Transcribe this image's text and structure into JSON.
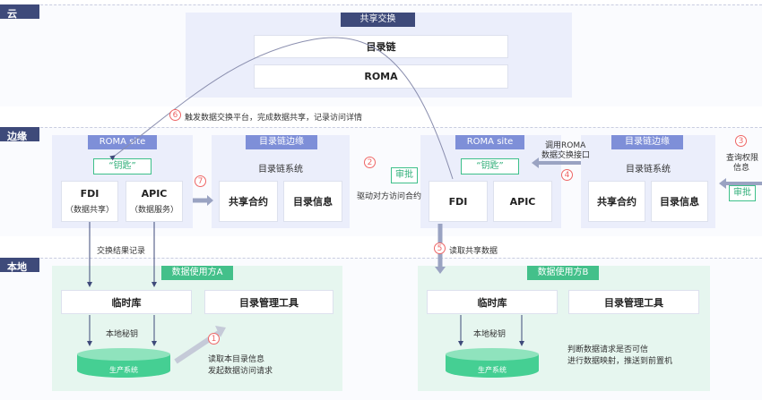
{
  "layers": {
    "cloud": "云",
    "edge": "边缘",
    "local": "本地"
  },
  "cloud": {
    "header": "共享交换",
    "catalog_chain": "目录链",
    "roma": "ROMA"
  },
  "edge_left": {
    "roma_site": "ROMA site",
    "key": "“钥匙”",
    "fdi": "FDI",
    "fdi_sub": "（数据共享）",
    "apic": "APIC",
    "apic_sub": "（数据服务）"
  },
  "edge_catalog_left": {
    "header": "目录链边缘",
    "title": "目录链系统",
    "contract": "共享合约",
    "catalog_info": "目录信息"
  },
  "edge_right": {
    "roma_site": "ROMA site",
    "key": "“钥匙”",
    "fdi": "FDI",
    "apic": "APIC"
  },
  "edge_catalog_right": {
    "header": "目录链边缘",
    "title": "目录链系统",
    "contract": "共享合约",
    "catalog_info": "目录信息"
  },
  "approve": {
    "left": "审批",
    "right": "审批"
  },
  "local_a": {
    "header": "数据使用方A",
    "temp_db": "临时库",
    "tool": "目录管理工具",
    "local_key": "本地秘钥",
    "prod_system": "生产系统"
  },
  "local_b": {
    "header": "数据使用方B",
    "temp_db": "临时库",
    "tool": "目录管理工具",
    "local_key": "本地秘钥",
    "prod_system": "生产系统"
  },
  "steps": {
    "s1": {
      "num": "1",
      "line1": "读取本目录信息",
      "line2": "发起数据访问请求"
    },
    "s2": {
      "num": "2",
      "text": "驱动对方访问合约"
    },
    "s3": {
      "num": "3",
      "line1": "查询权限",
      "line2": "信息"
    },
    "s4": {
      "num": "4",
      "line1": "调用ROMA",
      "line2": "数据交换接口"
    },
    "s5": {
      "num": "5",
      "text": "读取共享数据"
    },
    "s6": {
      "num": "6",
      "text": "触发数据交换平台，完成数据共享，记录访问详情"
    },
    "s7": {
      "num": "7"
    },
    "exchange_log": "交换结果记录",
    "judge_line1": "判断数据请求是否可信",
    "judge_line2": "进行数据映射，推送到前置机"
  }
}
